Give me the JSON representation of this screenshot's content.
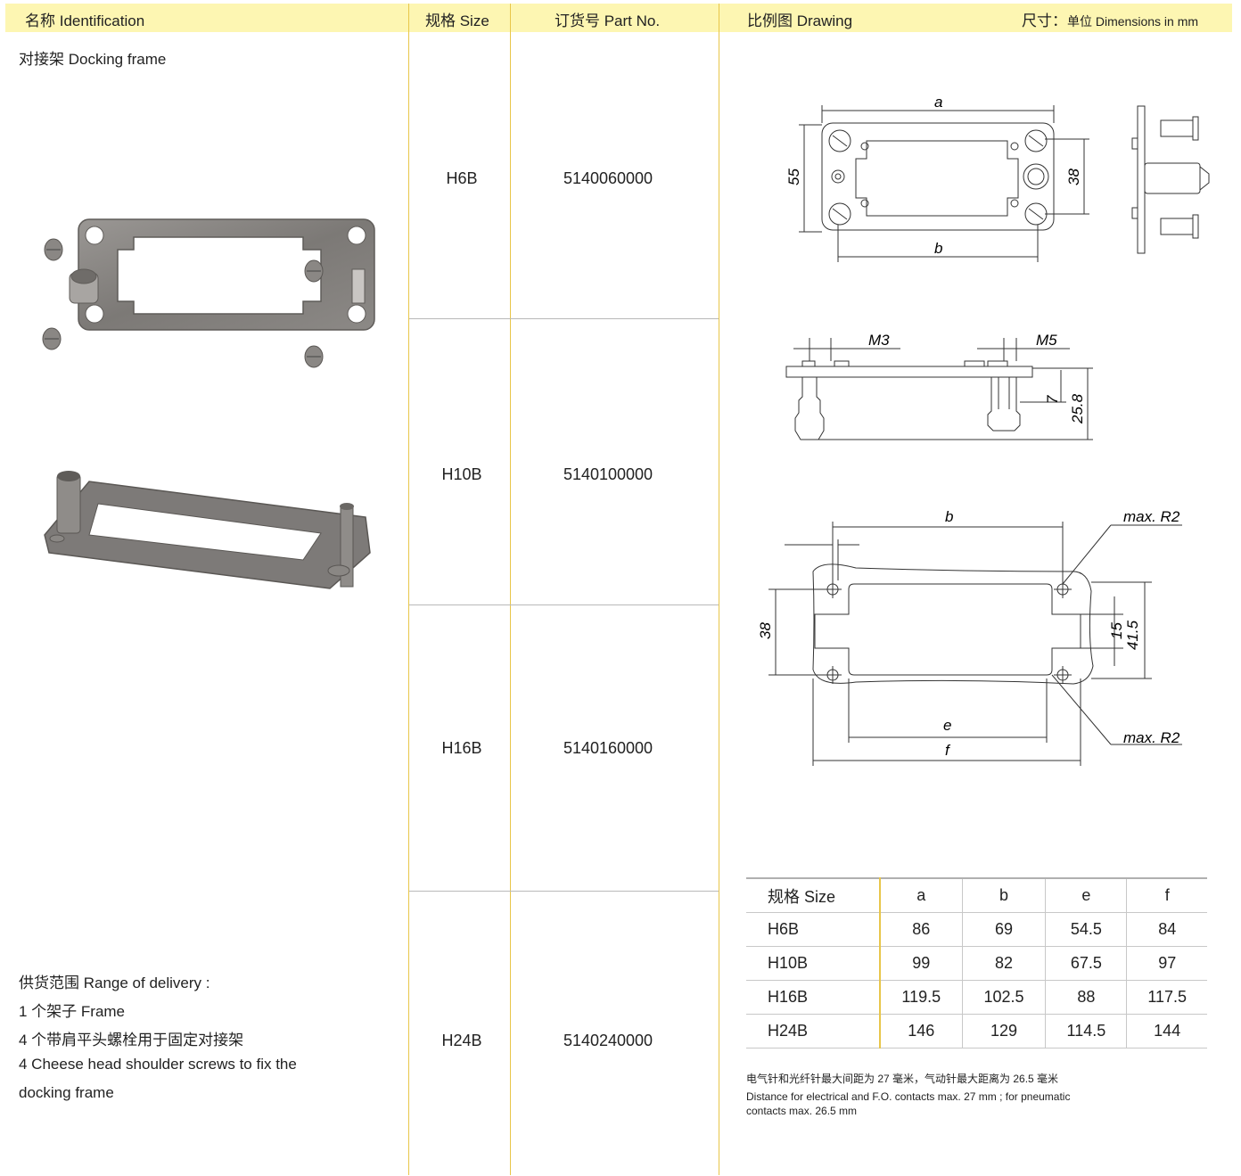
{
  "header": {
    "identification": "名称 Identification",
    "size": "规格 Size",
    "part_no": "订货号 Part No.",
    "drawing": "比例图 Drawing",
    "dim_label": "尺寸：",
    "dim_unit": "单位 Dimensions in mm"
  },
  "product": {
    "name": "对接架  Docking frame"
  },
  "rows": [
    {
      "size": "H6B",
      "part": "5140060000"
    },
    {
      "size": "H10B",
      "part": "5140100000"
    },
    {
      "size": "H16B",
      "part": "5140160000"
    },
    {
      "size": "H24B",
      "part": "5140240000"
    }
  ],
  "delivery": {
    "title": "供货范围 Range of delivery :",
    "line1": "1 个架子 Frame",
    "line2": "4 个带肩平头螺栓用于固定对接架",
    "line3": "4 Cheese head shoulder screws to fix the",
    "line4": "docking frame"
  },
  "drawing_labels": {
    "a": "a",
    "b": "b",
    "d55": "55",
    "d38": "38",
    "m3": "M3",
    "m5": "M5",
    "d7": "7",
    "d258": "25.8",
    "b2": "b",
    "maxr2_top": "max. R2",
    "d38b": "38",
    "d15": "15",
    "d415": "41.5",
    "e": "e",
    "f": "f",
    "maxr2_bottom": "max. R2"
  },
  "dim_table": {
    "headers": [
      "规格 Size",
      "a",
      "b",
      "e",
      "f"
    ],
    "rows": [
      [
        "H6B",
        "86",
        "69",
        "54.5",
        "84"
      ],
      [
        "H10B",
        "99",
        "82",
        "67.5",
        "97"
      ],
      [
        "H16B",
        "119.5",
        "102.5",
        "88",
        "117.5"
      ],
      [
        "H24B",
        "146",
        "129",
        "114.5",
        "144"
      ]
    ]
  },
  "notes": {
    "cn": "电气针和光纤针最大间距为 27 毫米，气动针最大距离为 26.5 毫米",
    "en1": "Distance for electrical and F.O. contacts max. 27 mm ; for pneumatic",
    "en2": "contacts max. 26.5 mm"
  },
  "colors": {
    "header_bg": "#fdf6b2",
    "divider_yellow": "#e8c64a",
    "metal": "#7d7a78"
  }
}
